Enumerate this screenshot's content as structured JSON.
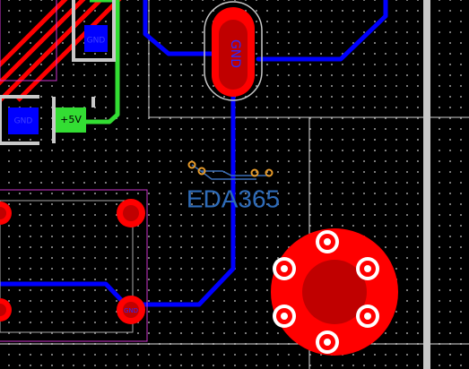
{
  "canvas": {
    "background": "#000000",
    "colors": {
      "top_copper": "#ff0000",
      "pad_center": "#c00000",
      "bottom_copper": "#0000ff",
      "silkscreen_gray": "#c8c8c8",
      "pin_ring": "#ffffff",
      "courtyard": "#cc33cc",
      "pad_net": "#33dd33",
      "via_orange": "#e69a2a"
    }
  },
  "pads": {
    "crystal_net": "GND",
    "mid_pad_net": "GND",
    "left_pad_net": "GND",
    "plus5v_pad_net": "+5V",
    "top_pad_net": "GND",
    "header_pin_net": "GND"
  },
  "watermark": {
    "text": "EDA365"
  }
}
